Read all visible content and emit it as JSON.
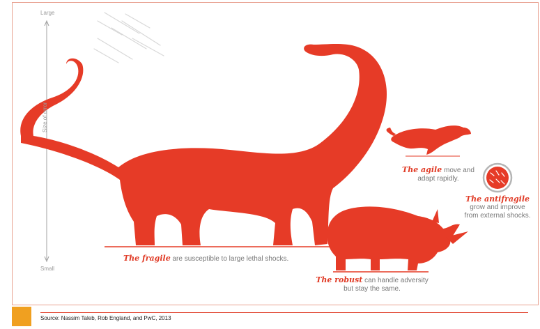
{
  "axis": {
    "top_label": "Large",
    "bottom_label": "Small",
    "title": "Size of error"
  },
  "captions": {
    "fragile": {
      "emph": "The fragile",
      "rest": " are susceptible to large lethal shocks."
    },
    "agile": {
      "emph": "The agile",
      "line1_rest": " move and",
      "line2": "adapt rapidly."
    },
    "antifragile": {
      "emph": "The antifragile",
      "line2": "grow and improve",
      "line3": "from external shocks."
    },
    "robust": {
      "emph": "The robust",
      "line1_rest": " can handle adversity",
      "line2": "but stay the same."
    }
  },
  "source": "Source: Nassim Taleb, Rob England, and PwC, 2013",
  "icons": {
    "expand": "expand-arrows-icon",
    "meteor": "meteor-shower-icon"
  },
  "colors": {
    "accent": "#e03a25",
    "button": "#f0a020",
    "text_grey": "#777777"
  }
}
